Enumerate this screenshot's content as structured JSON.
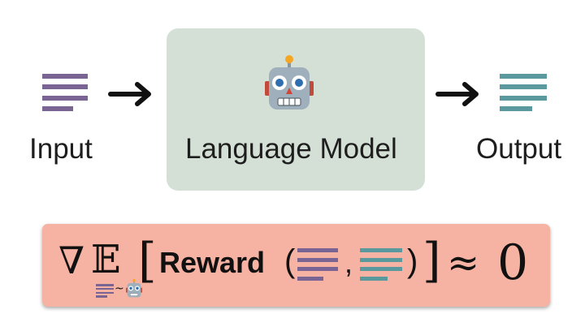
{
  "top_row": {
    "input_label": "Input",
    "model_label": "Language Model",
    "output_label": "Output",
    "model_icon": "robot-face",
    "input_icon": "text-lines-icon",
    "output_icon": "text-lines-icon",
    "arrow_icon": "right-arrow"
  },
  "formula": {
    "nabla": "∇",
    "expectation": "𝔼",
    "left_bracket": "[",
    "reward_word": "Reward",
    "open_paren": "(",
    "comma": ",",
    "close_paren": ")",
    "right_bracket": "]",
    "approx": "≈",
    "zero": "0",
    "subscript_tilde": "~"
  },
  "colors": {
    "input_lines": "#7a6493",
    "output_lines": "#5a9a9e",
    "model_box": "#d4e0d6",
    "reward_bar": "#f6b2a2",
    "text": "#1e1e1e"
  }
}
